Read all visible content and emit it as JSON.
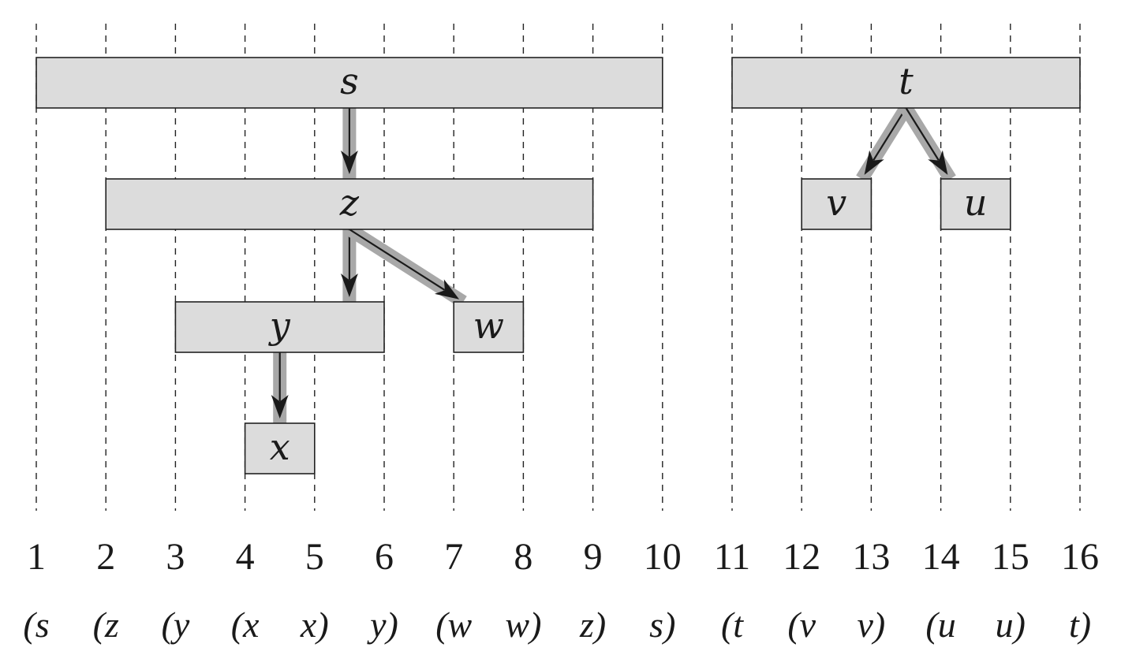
{
  "time_labels": [
    "1",
    "2",
    "3",
    "4",
    "5",
    "6",
    "7",
    "8",
    "9",
    "10",
    "11",
    "12",
    "13",
    "14",
    "15",
    "16"
  ],
  "paren_labels": [
    "(s",
    "(z",
    "(y",
    "(x",
    "x)",
    "y)",
    "(w",
    "w)",
    "z)",
    "s)",
    "(t",
    "(v",
    "v)",
    "(u",
    "u)",
    "t)"
  ],
  "nodes": [
    {
      "id": "s",
      "label": "s",
      "discover": 1,
      "finish": 10,
      "depth": 0
    },
    {
      "id": "z",
      "label": "z",
      "discover": 2,
      "finish": 9,
      "depth": 1
    },
    {
      "id": "y",
      "label": "y",
      "discover": 3,
      "finish": 6,
      "depth": 2
    },
    {
      "id": "x",
      "label": "x",
      "discover": 4,
      "finish": 5,
      "depth": 3
    },
    {
      "id": "w",
      "label": "w",
      "discover": 7,
      "finish": 8,
      "depth": 2
    },
    {
      "id": "t",
      "label": "t",
      "discover": 11,
      "finish": 16,
      "depth": 0
    },
    {
      "id": "v",
      "label": "v",
      "discover": 12,
      "finish": 13,
      "depth": 1
    },
    {
      "id": "u",
      "label": "u",
      "discover": 14,
      "finish": 15,
      "depth": 1
    }
  ],
  "edges": [
    {
      "from": "s",
      "to": "z"
    },
    {
      "from": "z",
      "to": "y"
    },
    {
      "from": "z",
      "to": "w"
    },
    {
      "from": "y",
      "to": "x"
    },
    {
      "from": "t",
      "to": "v"
    },
    {
      "from": "t",
      "to": "u"
    }
  ],
  "colors": {
    "box_fill": "#dcdcdc",
    "edge_band": "#a8a8a8",
    "ink": "#1a1a1a"
  }
}
